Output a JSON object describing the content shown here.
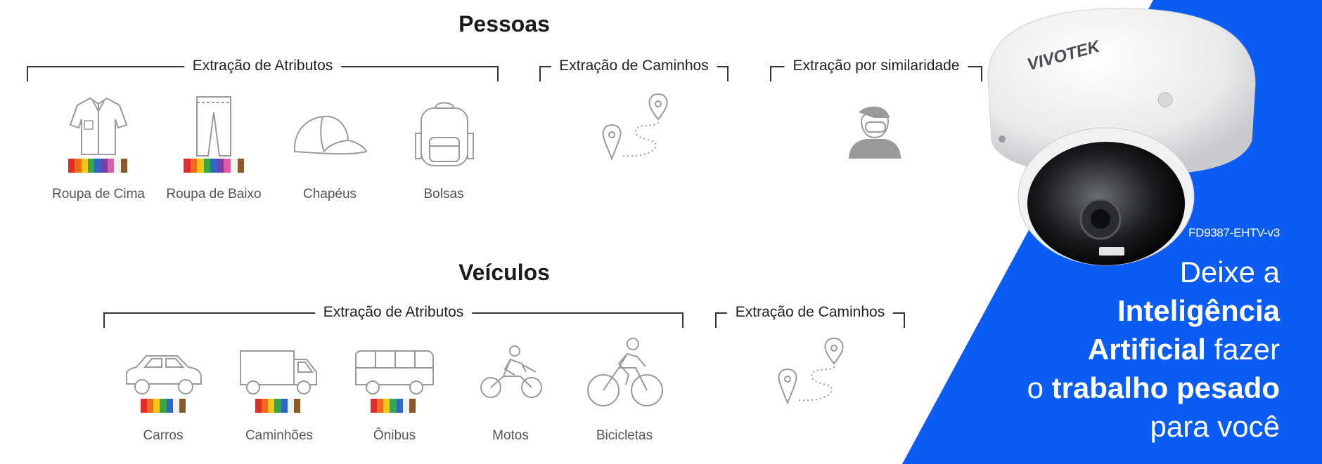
{
  "pessoas": {
    "title": "Pessoas",
    "group_attributes": "Extração de Atributos",
    "group_paths": "Extração de Caminhos",
    "group_similarity": "Extração por similaridade",
    "items": [
      {
        "label": "Roupa de Cima",
        "icon": "shirt-icon"
      },
      {
        "label": "Roupa de Baixo",
        "icon": "pants-icon"
      },
      {
        "label": "Chapéus",
        "icon": "cap-icon"
      },
      {
        "label": "Bolsas",
        "icon": "backpack-icon"
      }
    ]
  },
  "veiculos": {
    "title": "Veículos",
    "group_attributes": "Extração de Atributos",
    "group_paths": "Extração de Caminhos",
    "items": [
      {
        "label": "Carros",
        "icon": "car-icon"
      },
      {
        "label": "Caminhões",
        "icon": "truck-icon"
      },
      {
        "label": "Ônibus",
        "icon": "bus-icon"
      },
      {
        "label": "Motos",
        "icon": "motorcycle-icon"
      },
      {
        "label": "Bicicletas",
        "icon": "bicycle-icon"
      }
    ]
  },
  "palette": [
    "#e42b2b",
    "#f26b1d",
    "#f5c518",
    "#37a84a",
    "#2f67c8",
    "#7a3fa6",
    "#e15ba2",
    "#f0f0f0",
    "#8a5a2b"
  ],
  "camera": {
    "brand": "VIVOTEK",
    "model": "FD9387-EHTV-v3"
  },
  "tagline": {
    "line1": "Deixe a",
    "line2_bold": "Inteligência",
    "line3_bold": "Artificial",
    "line3_rest": " fazer",
    "line4_pre": "o ",
    "line4_bold": "trabalho pesado",
    "line5": "para você"
  },
  "colors": {
    "accent_blue": "#0a5cf5",
    "icon_gray": "#9a9a9a"
  }
}
